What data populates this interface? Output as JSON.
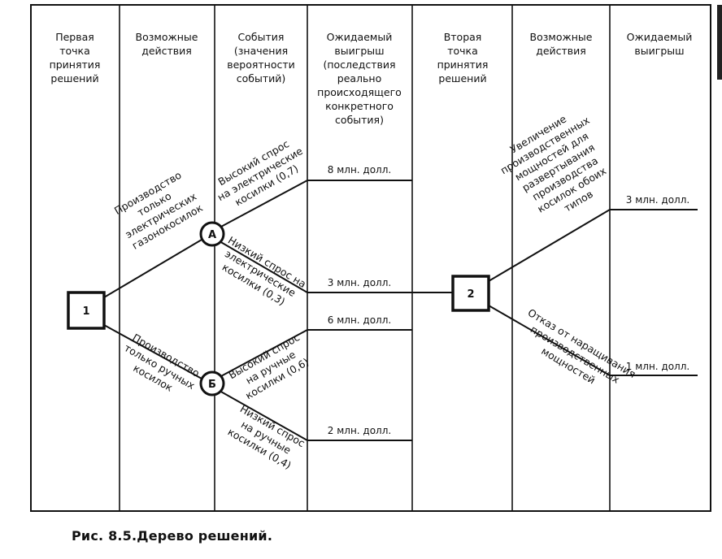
{
  "columns": [
    [
      "Первая",
      "точка",
      "принятия",
      "решений"
    ],
    [
      "Возможные",
      "действия"
    ],
    [
      "События",
      "(значения",
      "вероятности",
      "событий)"
    ],
    [
      "Ожидаемый",
      "выигрыш",
      "(последствия",
      "реально",
      "происходящего",
      "конкретного",
      "события)"
    ],
    [
      "Вторая",
      "точка",
      "принятия",
      "решений"
    ],
    [
      "Возможные",
      "действия"
    ],
    [
      "Ожидаемый",
      "выигрыш"
    ]
  ],
  "nodes": {
    "decision_1": "1",
    "chance_a": "А",
    "chance_b": "Б",
    "decision_2": "2"
  },
  "branches": {
    "upper_action": [
      "Производство",
      "только",
      "электрических",
      "газонокосилок"
    ],
    "lower_action": [
      "Производство",
      "только ручных",
      "косилок"
    ],
    "a_high": [
      "Высокий спрос",
      "на электрические",
      "косилки (0,7)"
    ],
    "a_low": [
      "Низкий спрос на",
      "электрические",
      "косилки (0,3)"
    ],
    "b_high": [
      "Высокий спрос",
      "на ручные",
      "косилки (0,6)"
    ],
    "b_low": [
      "Низкий спрос",
      "на ручные",
      "косилки (0,4)"
    ],
    "expand": [
      "Увеличение",
      "производственных",
      "мощностей для",
      "развертывания",
      "производства",
      "косилок обоих",
      "типов"
    ],
    "no_expand": [
      "Отказ от наращивания",
      "производственных",
      "мощностей"
    ]
  },
  "payoffs": {
    "a_high": "8 млн. долл.",
    "a_low": "3 млн. долл.",
    "b_high": "6 млн. долл.",
    "b_low": "2 млн. долл.",
    "expand": "3 млн. долл.",
    "no_expand": "1 млн. долл."
  },
  "caption": {
    "figure": "Рис. 8.5.",
    "text": "Дерево решений."
  }
}
